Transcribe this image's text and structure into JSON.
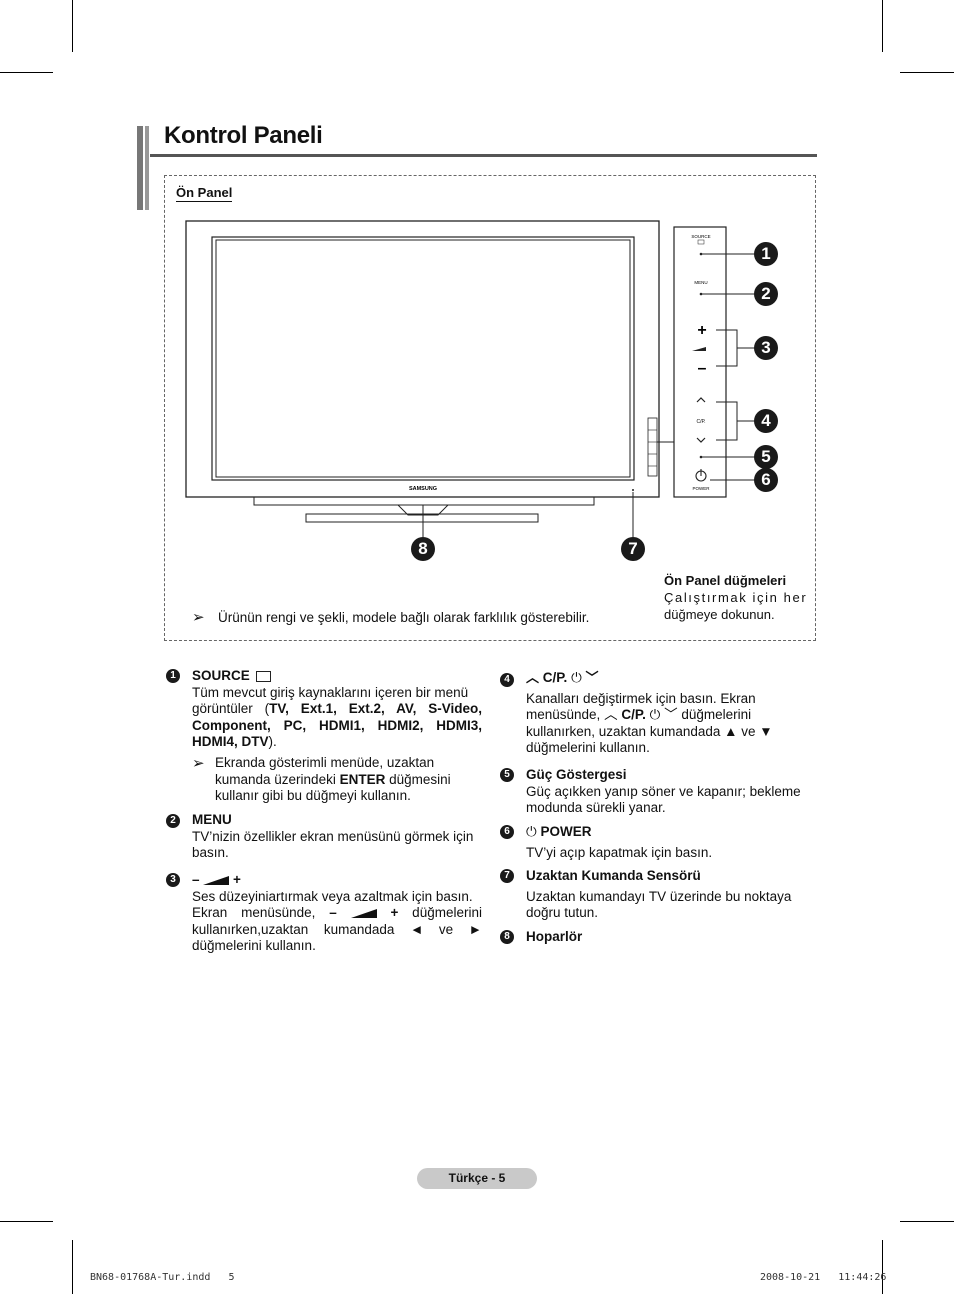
{
  "page": {
    "title": "Kontrol Paneli",
    "section_label": "Ön Panel",
    "footer_page": "Türkçe - 5",
    "print_file": "BN68-01768A-Tur.indd   5",
    "print_date": "2008-10-21   11:44:26"
  },
  "figure": {
    "brand": "SAMSUNG",
    "panel_buttons": {
      "source": "SOURCE",
      "menu": "MENU",
      "plus": "+",
      "minus": "–",
      "cp": "C/P.",
      "power": "POWER"
    },
    "callouts": [
      "1",
      "2",
      "3",
      "4",
      "5",
      "6",
      "7",
      "8"
    ],
    "front_panel_title": "Ön Panel düğmeleri",
    "front_panel_text_1": "Çalıştırmak için her",
    "front_panel_text_2": "düğmeye dokunun.",
    "note": "Ürünün rengi ve şekli, modele bağlı olarak farklılık gösterebilir."
  },
  "items": {
    "i1": {
      "num": "1",
      "title": "SOURCE",
      "line1": "Tüm mevcut giriş kaynaklarını içeren bir menü",
      "line2a": "görüntüler (",
      "line2b": "TV, Ext.1, Ext.2, AV, S-Video,",
      "line3": "Component, PC, HDMI1, HDMI2, HDMI3,",
      "line4a": "HDMI4, DTV",
      "line4b": ").",
      "note1": "Ekranda gösterimli menüde, uzaktan",
      "note2a": "kumanda üzerindeki ",
      "note2b": "ENTER",
      "note2c": " düğmesini",
      "note3": "kullanır gibi bu düğmeyi kullanın."
    },
    "i2": {
      "num": "2",
      "title": "MENU",
      "line1": "TV’nizin özellikler ekran menüsünü görmek için",
      "line2": "basın."
    },
    "i3": {
      "num": "3",
      "title_minus": "–",
      "title_plus": "+",
      "line1": "Ses düzeyiniartırmak veya azaltmak için basın.",
      "line2a": "Ekran menüsünde, ",
      "line2b": "–",
      "line2c": "+",
      "line2d": " düğmelerini",
      "line3": "kullanırken,uzaktan kumandada ◄ ve ►",
      "line4": "düğmelerini kullanın."
    },
    "i4": {
      "num": "4",
      "title": "C/P.",
      "line1": "Kanalları değiştirmek için basın. Ekran",
      "line2a": "menüsünde, ",
      "line2b": "C/P.",
      "line2c": " düğmelerini",
      "line3": "kullanırken, uzaktan kumandada ▲ ve ▼",
      "line4": "düğmelerini kullanın."
    },
    "i5": {
      "num": "5",
      "title": "Güç Göstergesi",
      "line1": "Güç açıkken yanıp söner ve kapanır; bekleme",
      "line2": "modunda sürekli yanar."
    },
    "i6": {
      "num": "6",
      "title": "POWER",
      "line1": "TV’yi açıp kapatmak için basın."
    },
    "i7": {
      "num": "7",
      "title": "Uzaktan Kumanda Sensörü",
      "line1": "Uzaktan kumandayı TV üzerinde bu noktaya",
      "line2": "doğru tutun."
    },
    "i8": {
      "num": "8",
      "title": "Hoparlör"
    }
  },
  "colors": {
    "text": "#111111",
    "rule": "#555555",
    "pill": "#c9c9c9"
  }
}
